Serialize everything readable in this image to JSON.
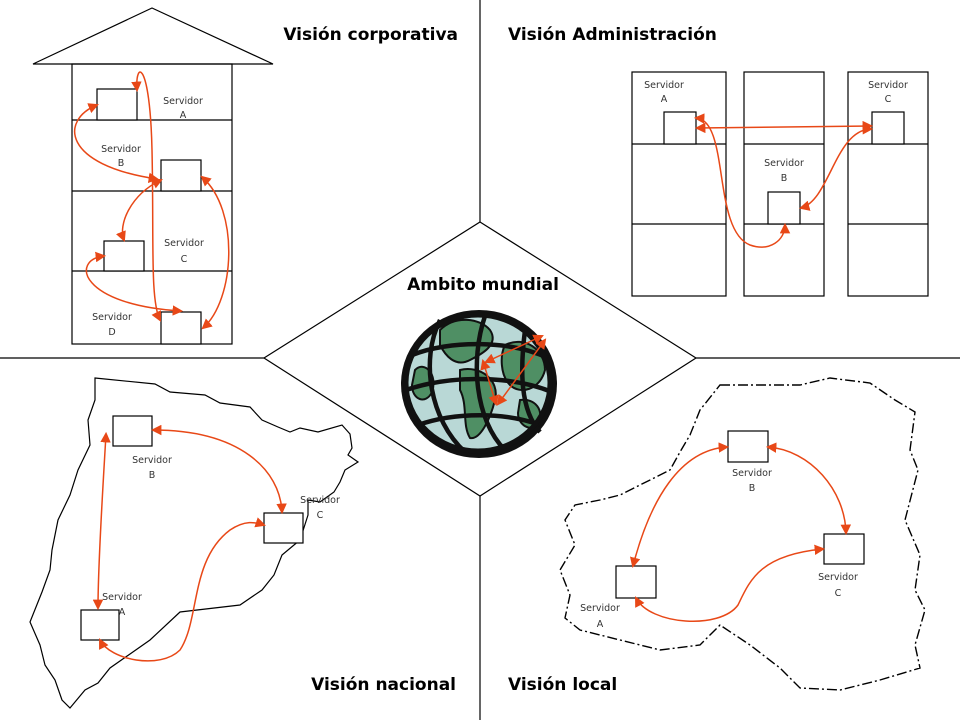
{
  "colors": {
    "arrow": "#e84817",
    "line": "#000000",
    "ocean": "#b9d8d6",
    "land": "#4f8f64"
  },
  "titles": {
    "corporate": "Visión corporativa",
    "admin": "Visión Administración",
    "world": "Ambito mundial",
    "national": "Visión nacional",
    "local": "Visión local"
  },
  "corporate": {
    "servers": [
      {
        "l1": "Servidor",
        "l2": "A"
      },
      {
        "l1": "Servidor",
        "l2": "B"
      },
      {
        "l1": "Servidor",
        "l2": "C"
      },
      {
        "l1": "Servidor",
        "l2": "D"
      }
    ]
  },
  "admin": {
    "servers": [
      {
        "l1": "Servidor",
        "l2": "A"
      },
      {
        "l1": "Servidor",
        "l2": "B"
      },
      {
        "l1": "Servidor",
        "l2": "C"
      }
    ]
  },
  "national": {
    "servers": [
      {
        "l1": "Servidor",
        "l2": "A"
      },
      {
        "l1": "Servidor",
        "l2": "B"
      },
      {
        "l1": "Servidor",
        "l2": "C"
      }
    ]
  },
  "local": {
    "servers": [
      {
        "l1": "Servidor",
        "l2": "A"
      },
      {
        "l1": "Servidor",
        "l2": "B"
      },
      {
        "l1": "Servidor",
        "l2": "C"
      }
    ]
  }
}
